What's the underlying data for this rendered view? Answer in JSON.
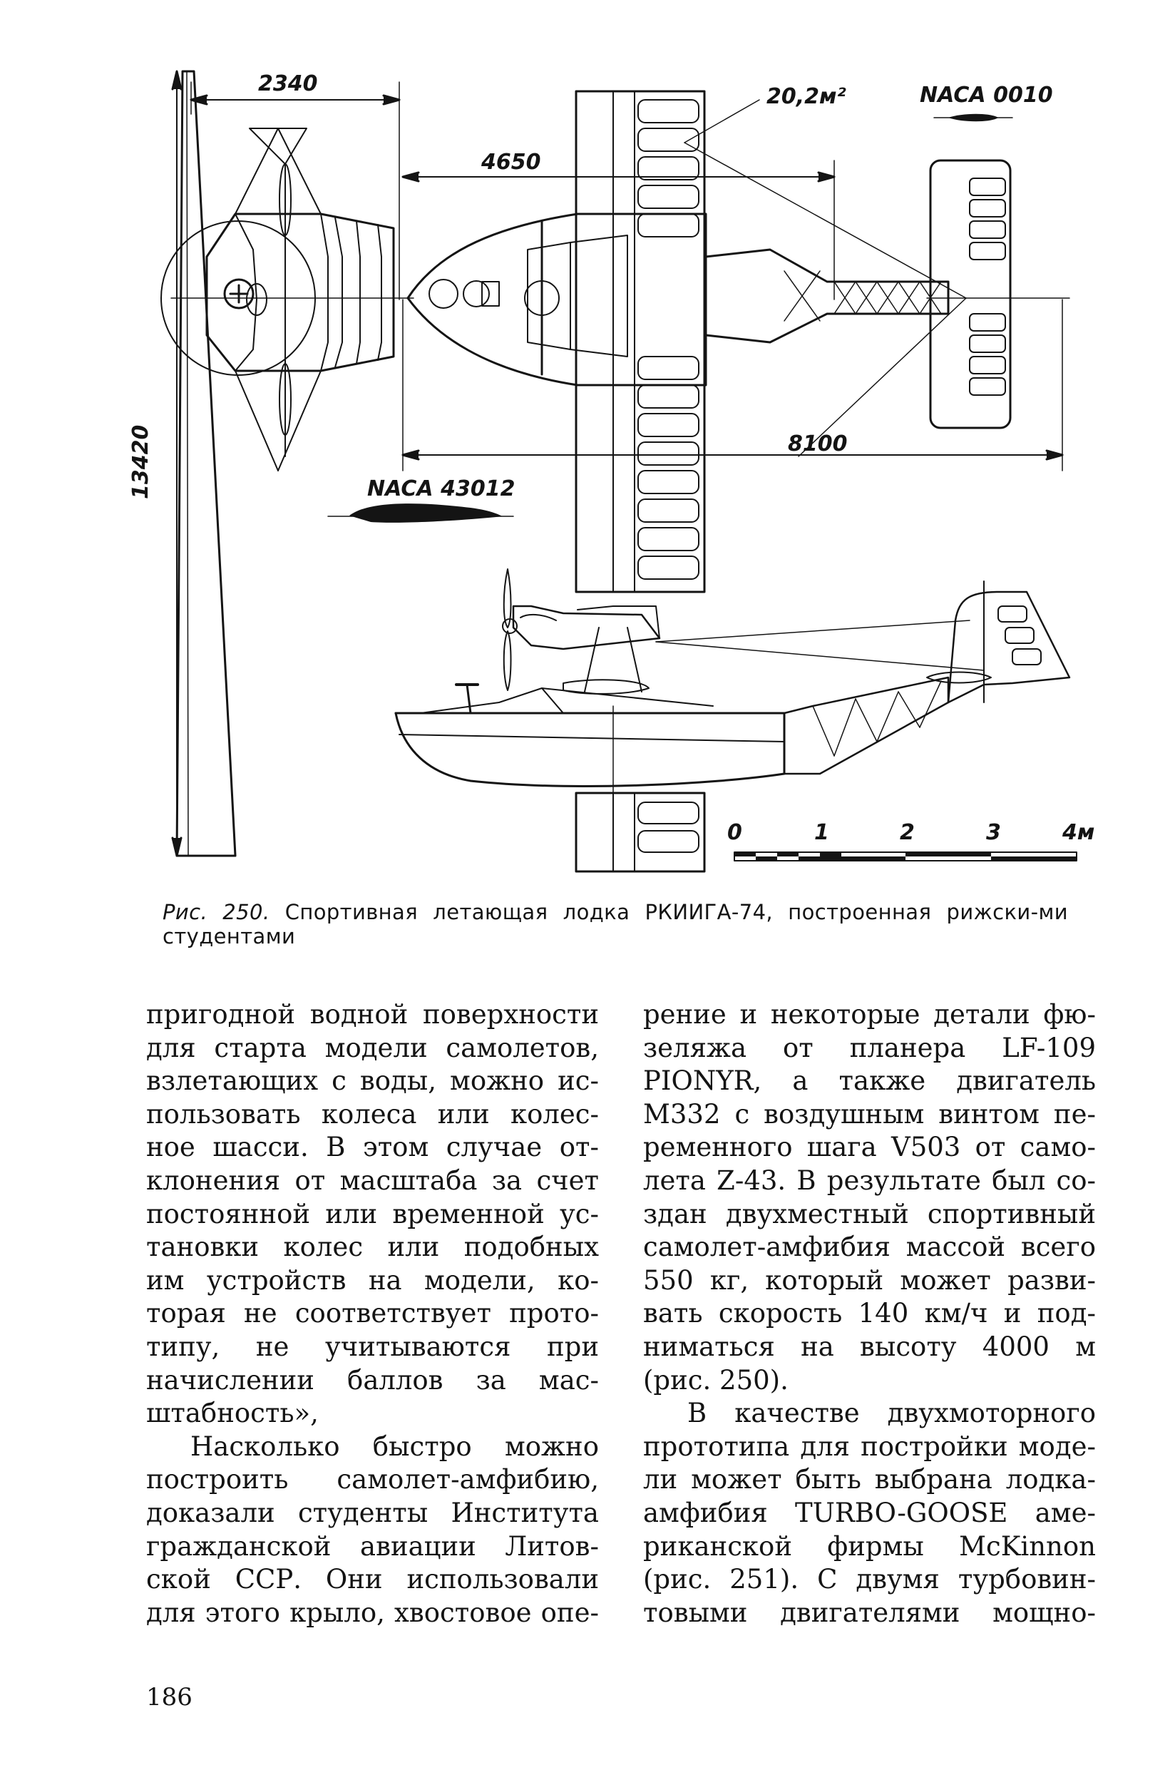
{
  "figure": {
    "dimensions": {
      "d2340": "2340",
      "d4650": "4650",
      "d8100": "8100",
      "d13420": "13420",
      "area": "20,2м²",
      "tail_profile": "NACA 0010",
      "wing_profile": "NACA 43012"
    },
    "scale": [
      "0",
      "1",
      "2",
      "3",
      "4м"
    ],
    "caption_label": "Рис. 250.",
    "caption_text": " Спортивная летающая лодка РКИИГА-74, построенная рижски-ми студентами"
  },
  "left_column": {
    "p1": [
      "пригодной водной поверхности",
      "для старта модели самолетов,",
      "взлетающих с воды, можно ис-",
      "пользовать колеса или колес-",
      "ное шасси. В этом случае от-",
      "клонения от масштаба за счет",
      "постоянной или временной ус-",
      "тановки колес или подобных",
      "им устройств на модели, ко-",
      "торая не соответствует прото-",
      "типу, не учитываются при",
      "начислении баллов за мас-",
      "штабность»,"
    ],
    "p2": [
      "Насколько быстро можно",
      "построить самолет-амфибию,",
      "доказали студенты Института",
      "гражданской авиации Литов-",
      "ской ССР. Они использовали",
      "для этого крыло, хвостовое опе-"
    ]
  },
  "right_column": {
    "p1": [
      "рение и некоторые детали фю-",
      "зеляжа от планера LF-109",
      "PIONYR, а также двигатель",
      "M332 с воздушным винтом пе-",
      "ременного шага V503 от само-",
      "лета Z-43. В результате был со-",
      "здан двухместный спортивный",
      "самолет-амфибия массой всего",
      "550 кг, который может разви-",
      "вать скорость 140 км/ч и под-",
      "ниматься на высоту 4000 м",
      "(рис. 250)."
    ],
    "p2": [
      "В качестве двухмоторного",
      "прототипа для постройки моде-",
      "ли может быть выбрана лодка-",
      "амфибия TURBO-GOOSE аме-",
      "риканской фирмы McKinnon",
      "(рис. 251). С двумя турбовин-",
      "товыми двигателями мощно-"
    ]
  },
  "page_number": "186"
}
